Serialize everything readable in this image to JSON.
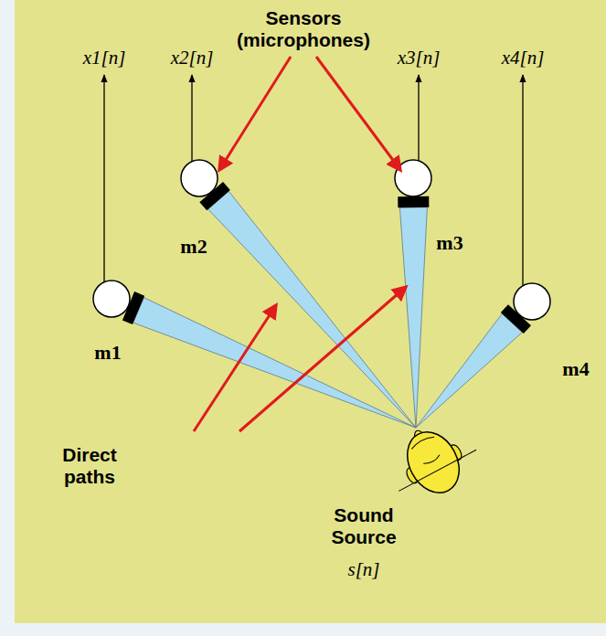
{
  "diagram": {
    "labels": [
      "Sensors (microphones)",
      "x1[n]",
      "x2[n]",
      "x3[n]",
      "x4[n]",
      "m1",
      "m2",
      "m3",
      "m4",
      "Direct paths",
      "Sound Source",
      "s[n]"
    ]
  }
}
